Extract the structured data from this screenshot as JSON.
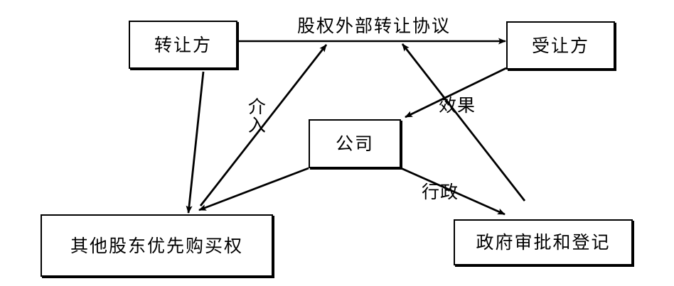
{
  "diagram": {
    "title": "股权外部转让协议",
    "nodes": [
      {
        "id": "transferor",
        "label": "转让方"
      },
      {
        "id": "transferee",
        "label": "受让方"
      },
      {
        "id": "company",
        "label": "公司"
      },
      {
        "id": "preemptive-right",
        "label": "其他股东优先购买权"
      },
      {
        "id": "government",
        "label": "政府审批和登记"
      }
    ],
    "edge_labels": [
      {
        "id": "intervene",
        "label": "介入"
      },
      {
        "id": "effect",
        "label": "效果"
      },
      {
        "id": "administrative",
        "label": "行政"
      }
    ],
    "colors": {
      "stroke": "#000000",
      "fill": "#ffffff",
      "text": "#000000"
    }
  }
}
